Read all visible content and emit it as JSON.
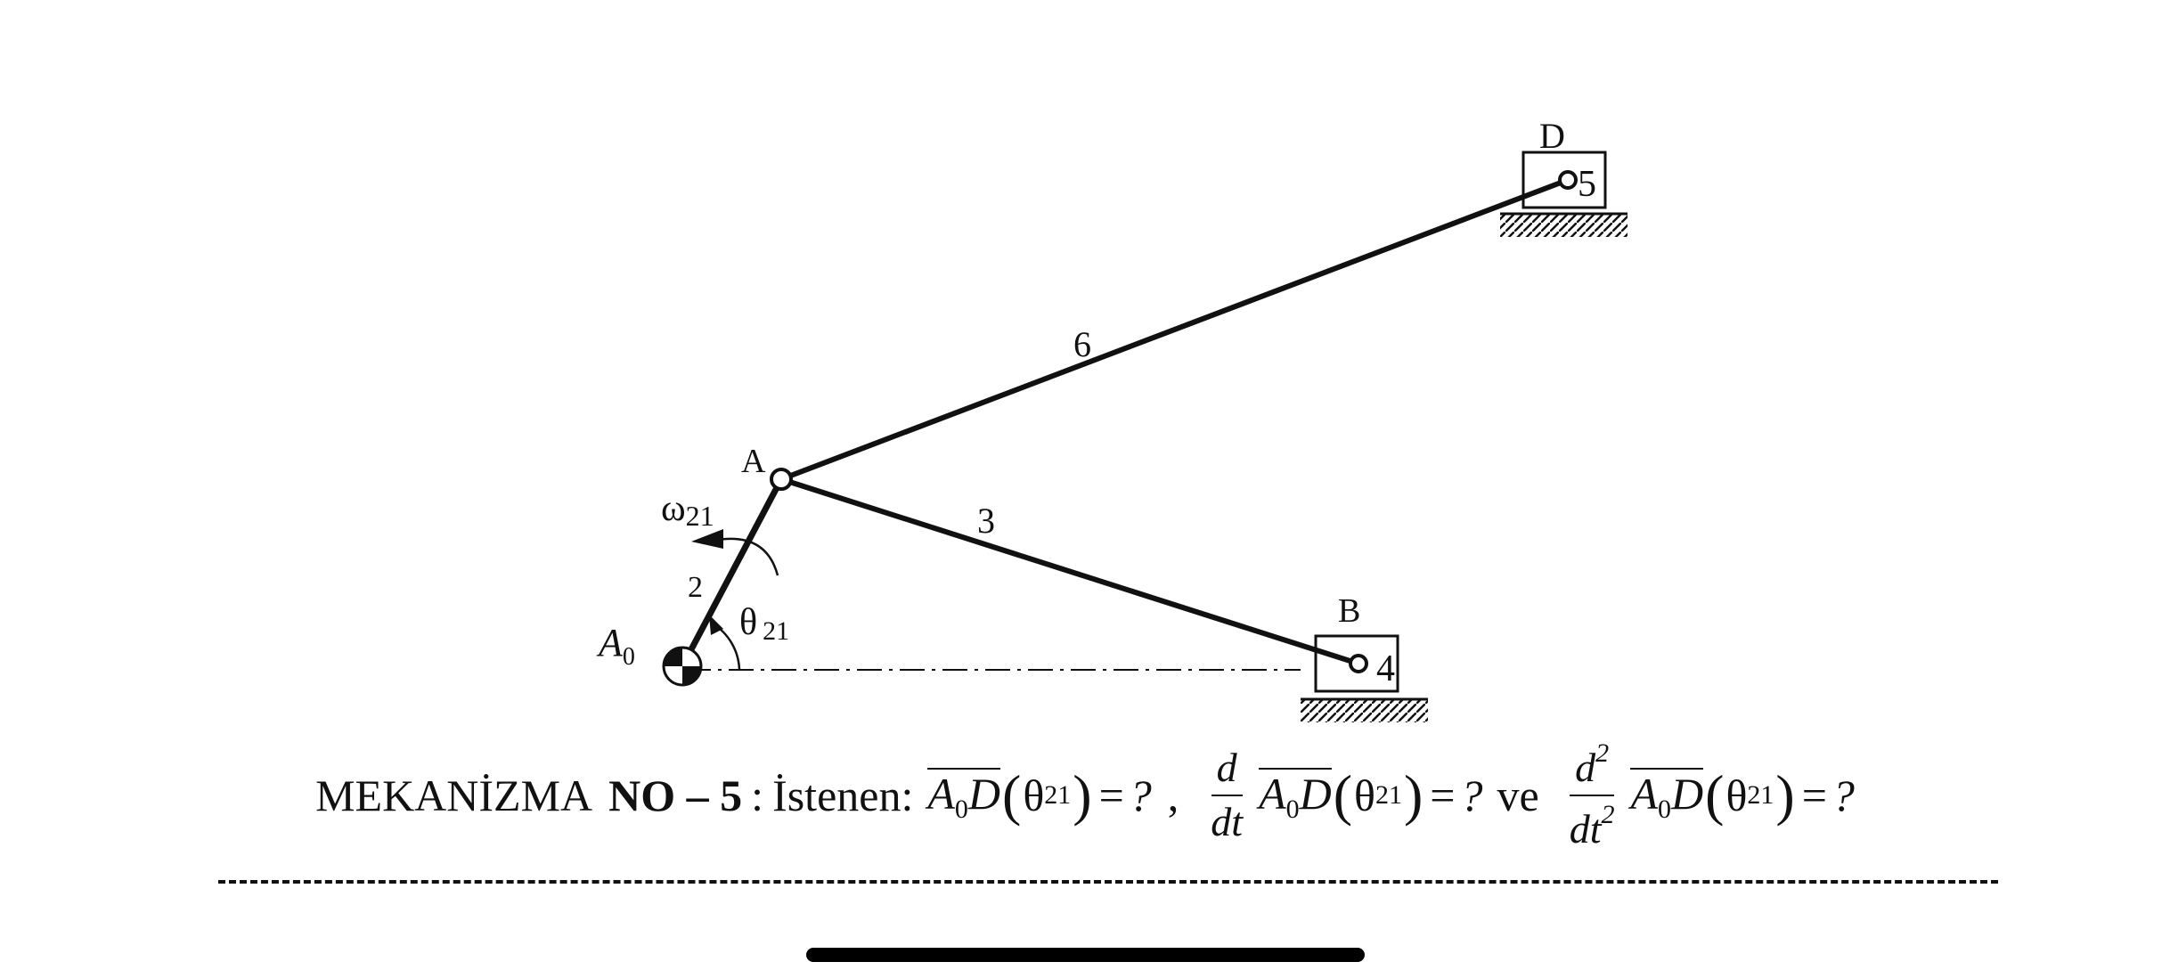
{
  "labels": {
    "point_A": "A",
    "point_B": "B",
    "point_D": "D",
    "fixed_pivot": "A",
    "fixed_pivot_sub": "0",
    "link_2": "2",
    "link_3": "3",
    "link_4": "4",
    "link_5": "5",
    "link_6": "6",
    "omega": "ω",
    "omega_sub": "21",
    "theta": "θ",
    "theta_sub": "21"
  },
  "caption": {
    "title": "MEKANİZMA",
    "number": "NO – 5",
    "sep": ":",
    "requested": "İstenen:",
    "vec_a": "A",
    "vec_sub": "0",
    "vec_d": "D",
    "theta": "θ",
    "theta_sub": "21",
    "eq": "=",
    "q": "?",
    "comma": ",",
    "d": "d",
    "dt": "dt",
    "ve": "ve",
    "exp2": "2",
    "lparen": "(",
    "rparen": ")"
  }
}
